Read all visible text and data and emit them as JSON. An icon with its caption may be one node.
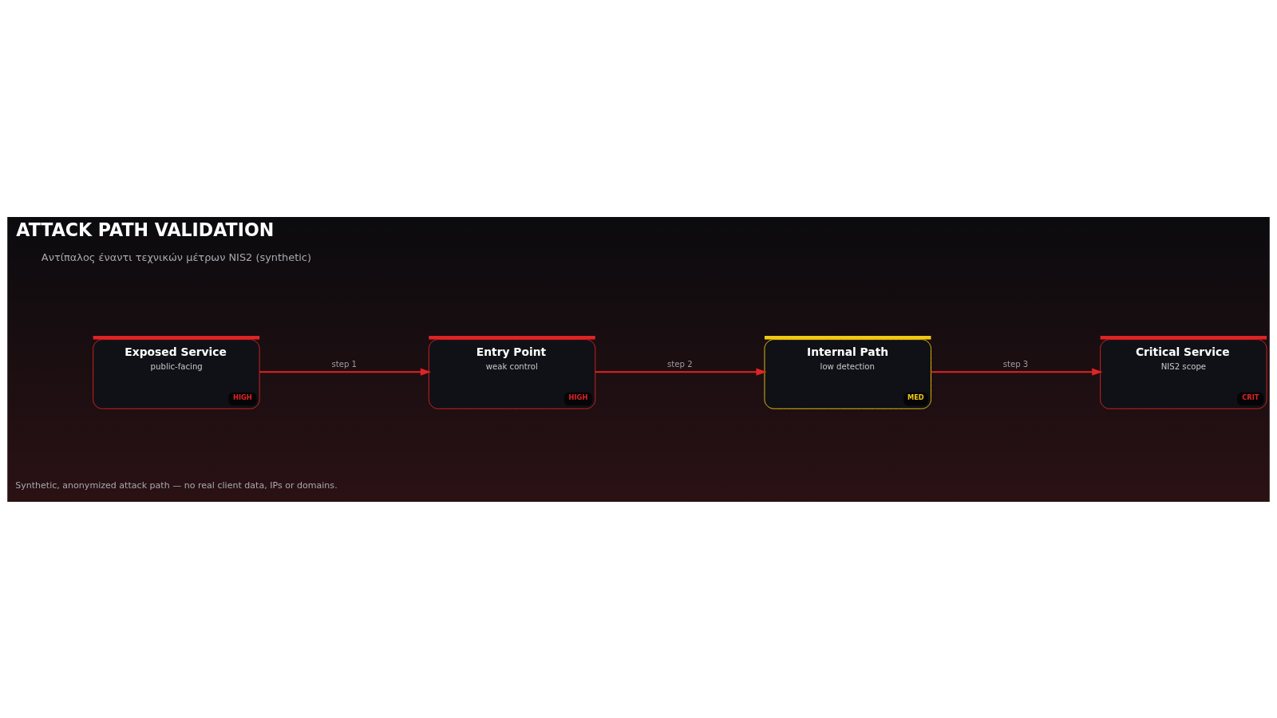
{
  "diagram": {
    "title": "ATTACK PATH VALIDATION",
    "caption": "Synthetic, anonymized attack path — no real client data, IPs or domains.",
    "nodes": [
      {
        "text": [
          "Exposed Service",
          "public-facing",
          "HIGH"
        ]
      },
      {
        "text": [
          "Entry Point",
          "weak control",
          "HIGH"
        ]
      },
      {
        "text": [
          "Internal Path",
          "low detection",
          "MED"
        ]
      },
      {
        "text": [
          "Critical Service",
          "NIS2 scope",
          "CRIT"
        ]
      }
    ],
    "edges": [
      {
        "from": 0,
        "to": 1,
        "arrow": "to",
        "label": "step 1"
      },
      {
        "from": 1,
        "to": 2,
        "arrow": "to",
        "label": "step 2"
      },
      {
        "from": 2,
        "to": 3,
        "arrow": "to",
        "label": "step 3"
      }
    ],
    "labels": [
      "Αντίπαλος έναντι τεχνικών μέτρων NIS2 (synthetic)"
    ]
  }
}
